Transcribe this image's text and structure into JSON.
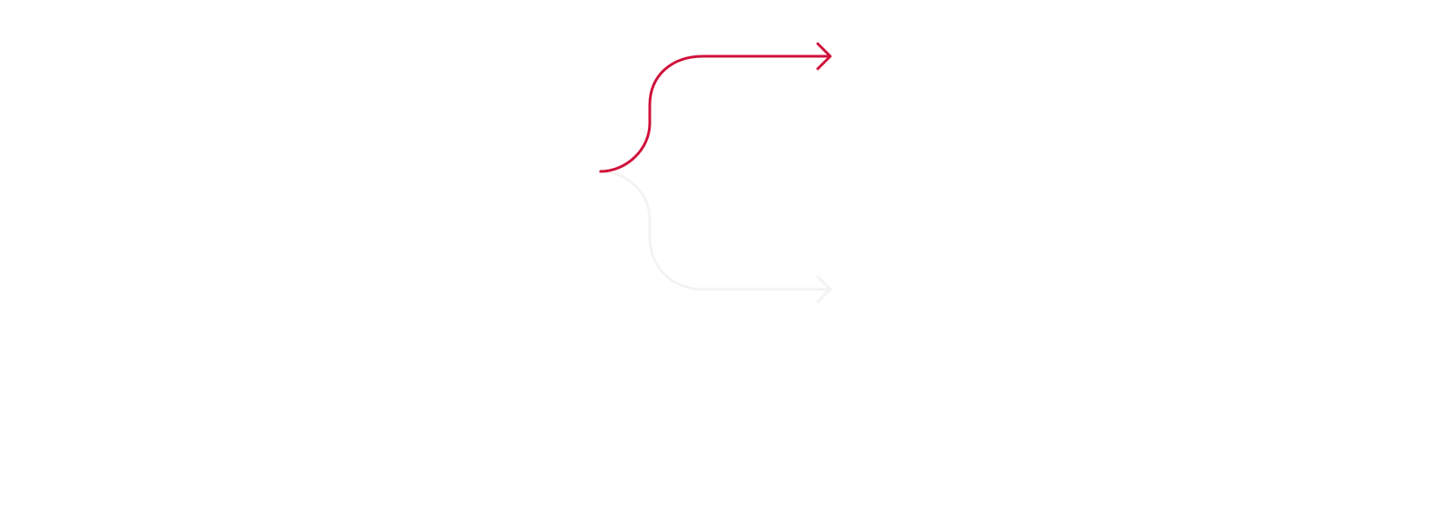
{
  "diagram": {
    "type": "branching-arrows",
    "branches": [
      {
        "id": "upper",
        "state": "active",
        "color": "#d0103a"
      },
      {
        "id": "lower",
        "state": "inactive",
        "color": "#f3f3f3"
      }
    ]
  }
}
